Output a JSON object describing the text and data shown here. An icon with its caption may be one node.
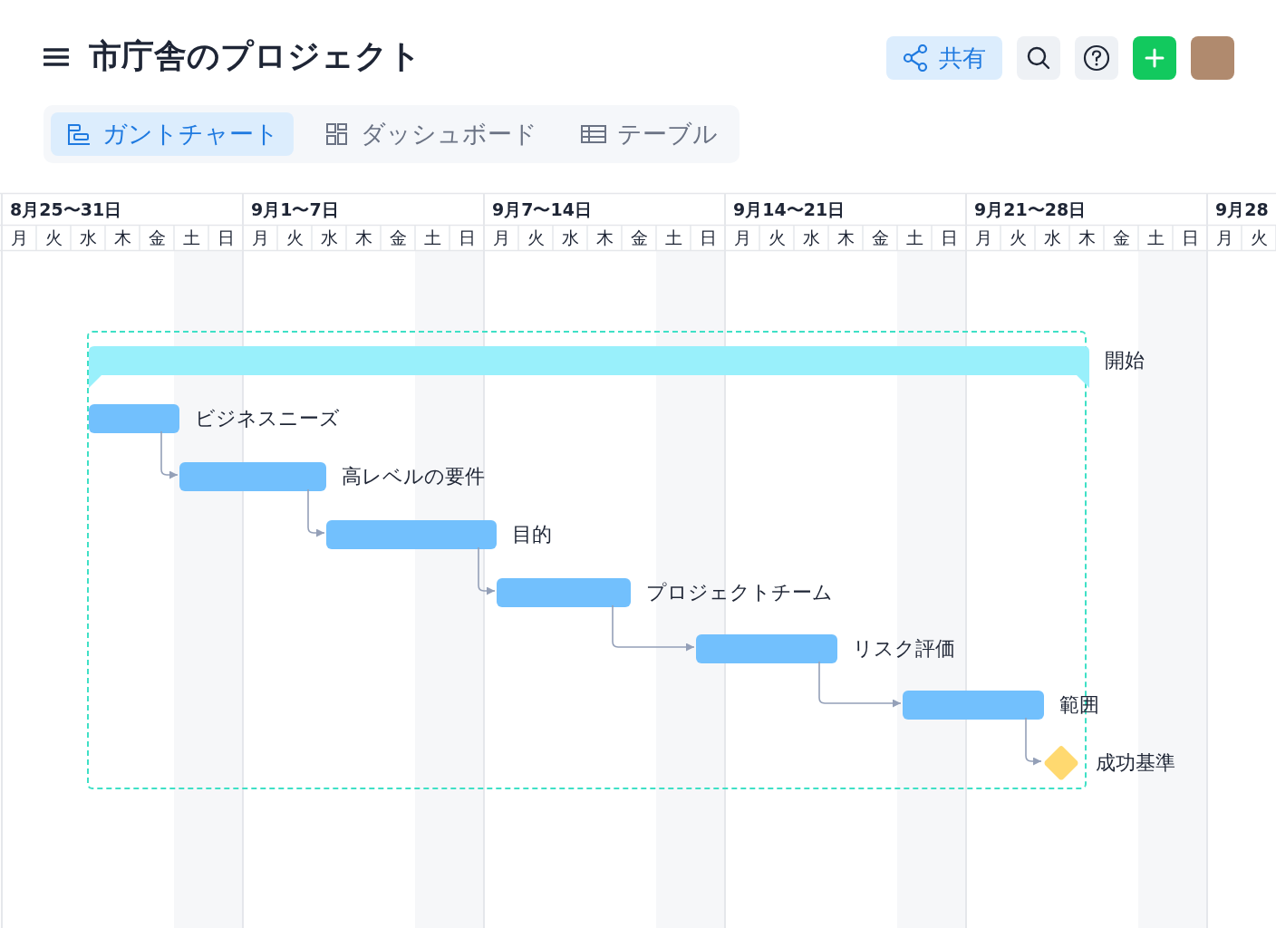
{
  "diagram": {
    "title": "市庁舎のプロジェクト",
    "nodes": [
      {
        "text": [
          "共有"
        ]
      },
      {
        "text": [
          "ガントチャート"
        ]
      },
      {
        "text": [
          "ダッシュボード"
        ]
      },
      {
        "text": [
          "テーブル"
        ]
      },
      {
        "text": [],
        "shape": "box"
      },
      {
        "text": [
          "開始"
        ],
        "in": 4
      },
      {
        "text": [
          "ビジネスニーズ"
        ],
        "in": 4
      },
      {
        "text": [
          "高レベルの要件"
        ],
        "in": 4
      },
      {
        "text": [
          "目的"
        ],
        "in": 4
      },
      {
        "text": [
          "プロジェクトチーム"
        ],
        "in": 4
      },
      {
        "text": [
          "リスク評価"
        ],
        "in": 4
      },
      {
        "text": [
          "範囲"
        ],
        "in": 4
      },
      {
        "text": [
          "成功基準"
        ],
        "in": 4
      }
    ],
    "edges": [
      {
        "from": 6,
        "to": 7,
        "arrow": "to"
      },
      {
        "from": 7,
        "to": 8,
        "arrow": "to"
      },
      {
        "from": 8,
        "to": 9,
        "arrow": "to"
      },
      {
        "from": 9,
        "to": 10,
        "arrow": "to"
      },
      {
        "from": 10,
        "to": 11,
        "arrow": "to"
      },
      {
        "from": 11,
        "to": 12,
        "arrow": "to"
      }
    ],
    "labels": [
      "8月25〜31日",
      "9月1〜7日",
      "9月7〜14日",
      "9月14〜21日",
      "9月21〜28日",
      "9月28",
      "月",
      "火",
      "水",
      "木",
      "金",
      "土",
      "日",
      "月",
      "火",
      "水",
      "木",
      "金",
      "土",
      "日",
      "月",
      "火",
      "水",
      "木",
      "金",
      "土",
      "日",
      "月",
      "火",
      "水",
      "木",
      "金",
      "土",
      "日",
      "月",
      "火",
      "水",
      "木",
      "金",
      "土",
      "日",
      "月",
      "火"
    ]
  }
}
